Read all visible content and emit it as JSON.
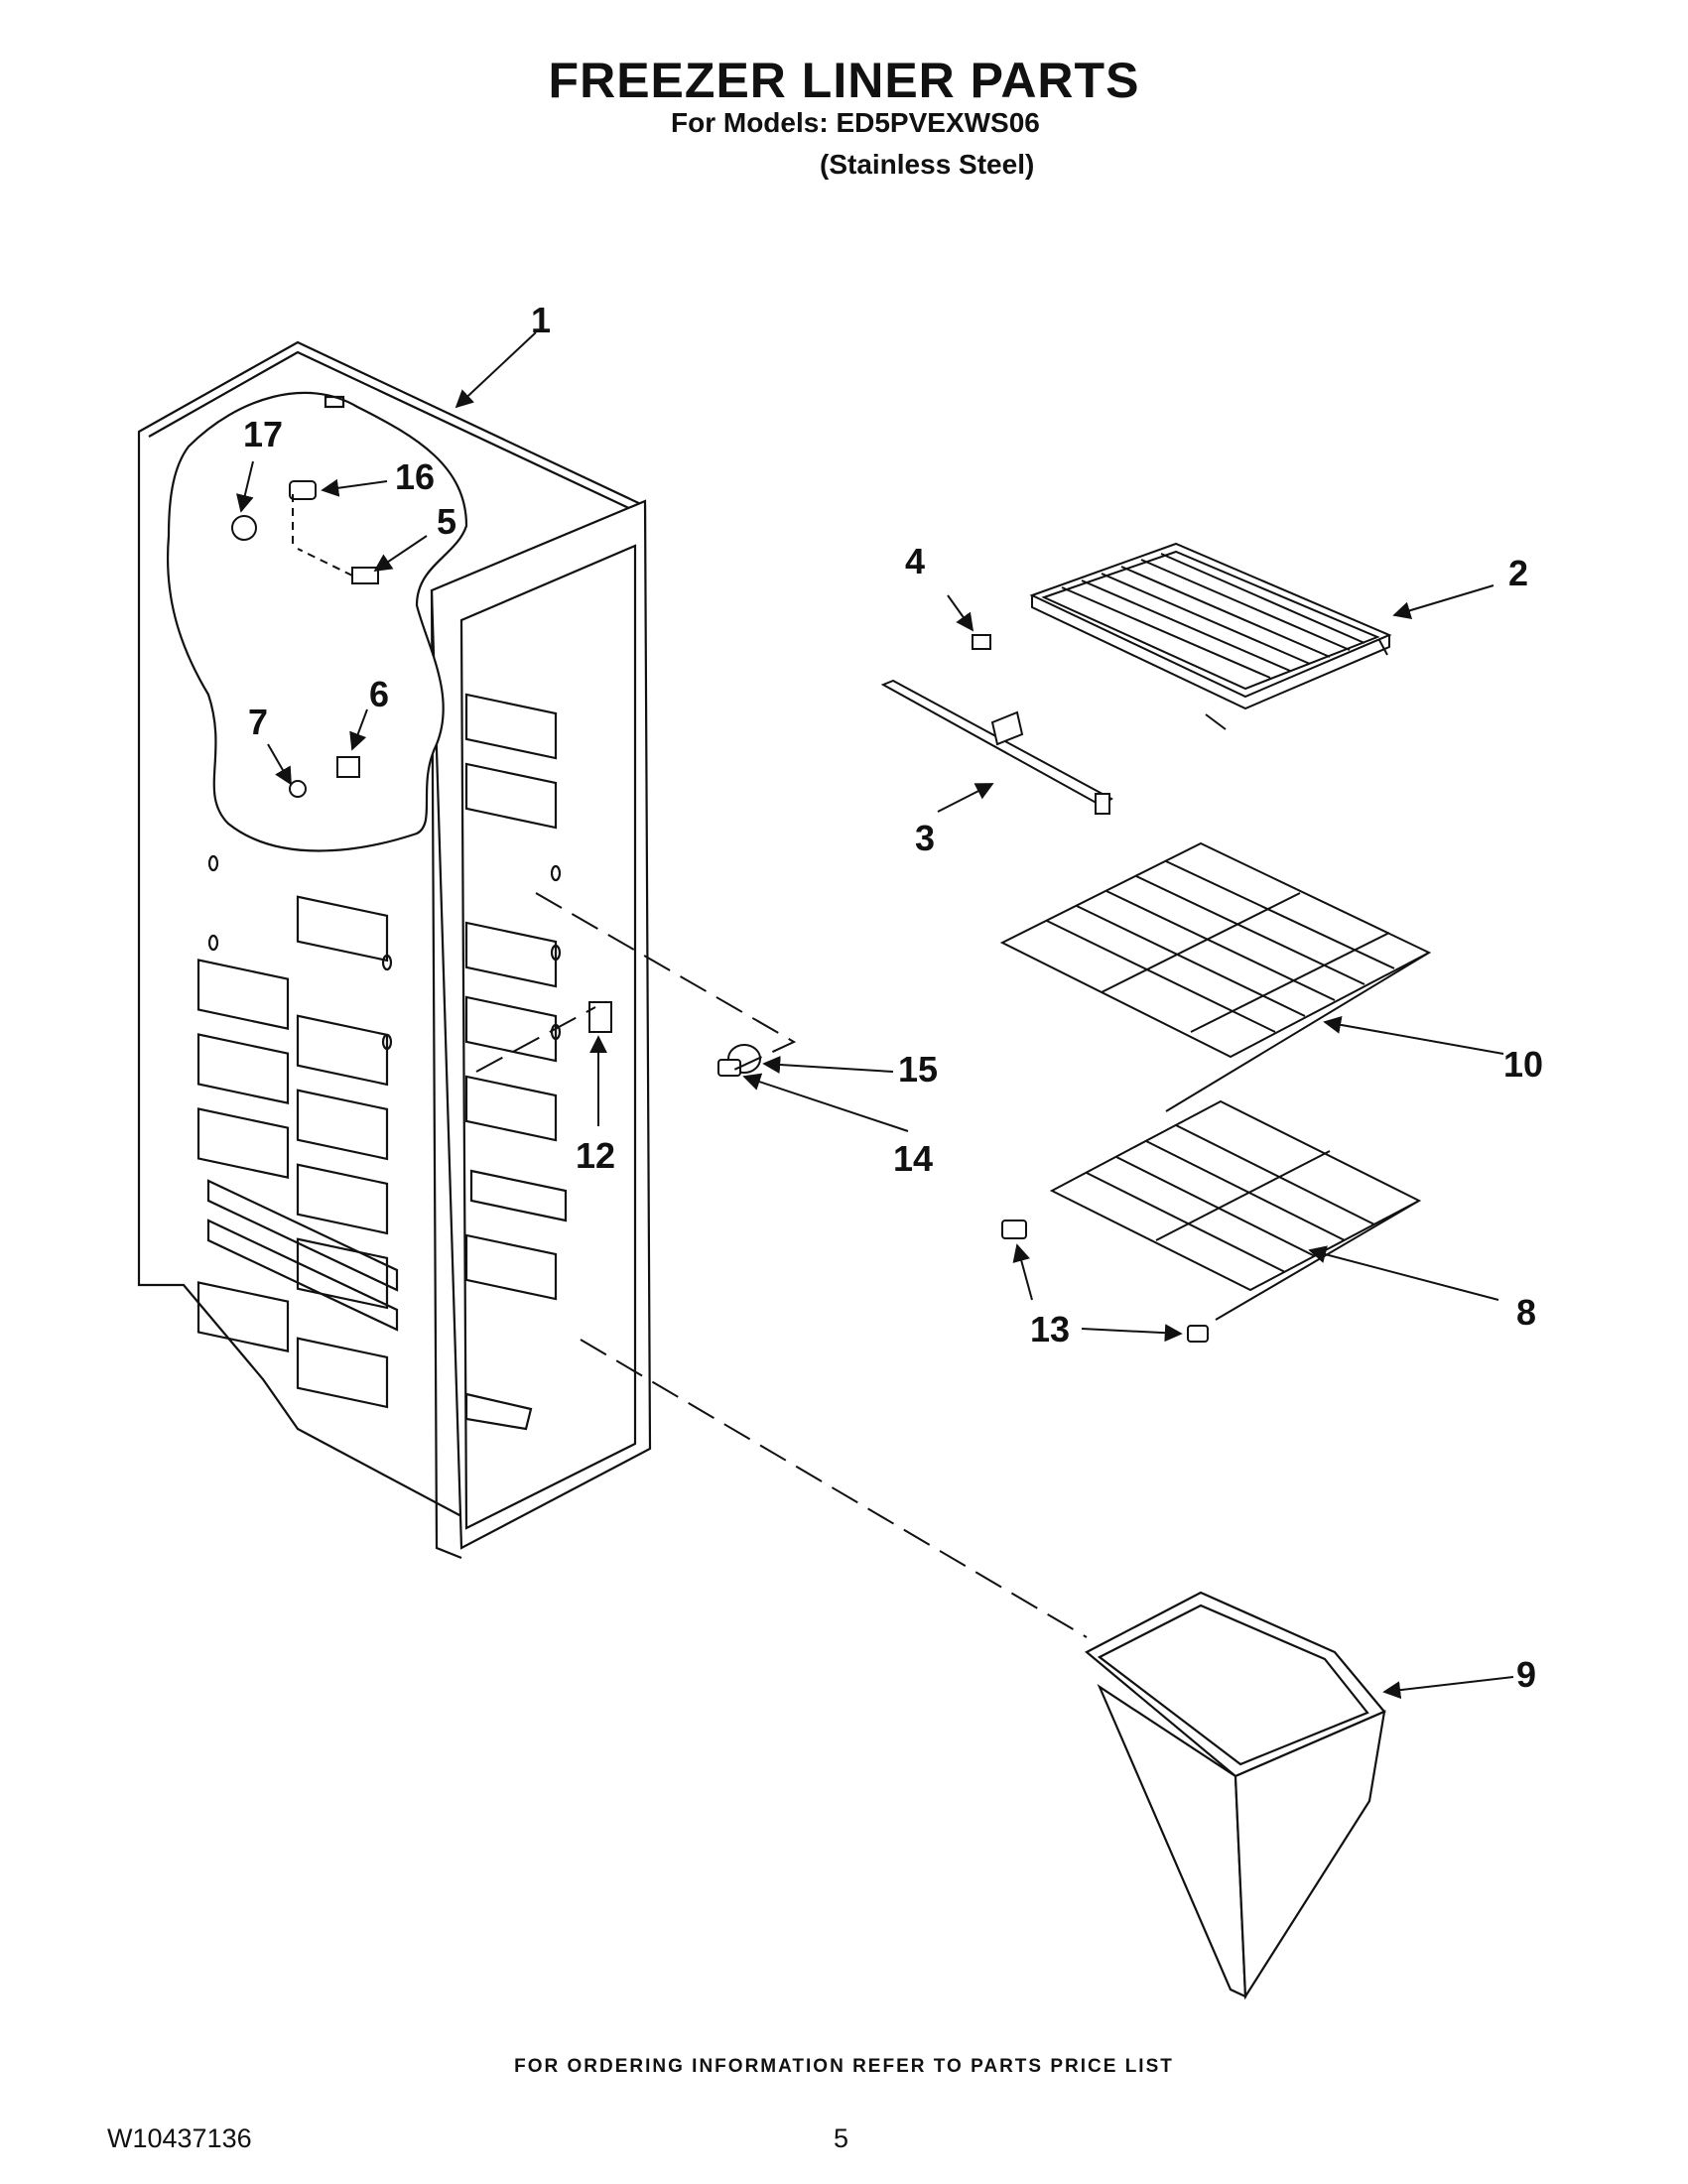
{
  "header": {
    "title": "FREEZER LINER PARTS",
    "models_line": "For Models: ED5PVEXWS06",
    "finish_line": "(Stainless Steel)"
  },
  "callouts": {
    "c1": "1",
    "c2": "2",
    "c3": "3",
    "c4": "4",
    "c5": "5",
    "c6": "6",
    "c7": "7",
    "c8": "8",
    "c9": "9",
    "c10": "10",
    "c12": "12",
    "c13": "13",
    "c14": "14",
    "c15": "15",
    "c16": "16",
    "c17": "17"
  },
  "footer": {
    "ordering_note": "FOR ORDERING INFORMATION REFER TO PARTS PRICE LIST",
    "document_number": "W10437136",
    "page_number": "5"
  }
}
